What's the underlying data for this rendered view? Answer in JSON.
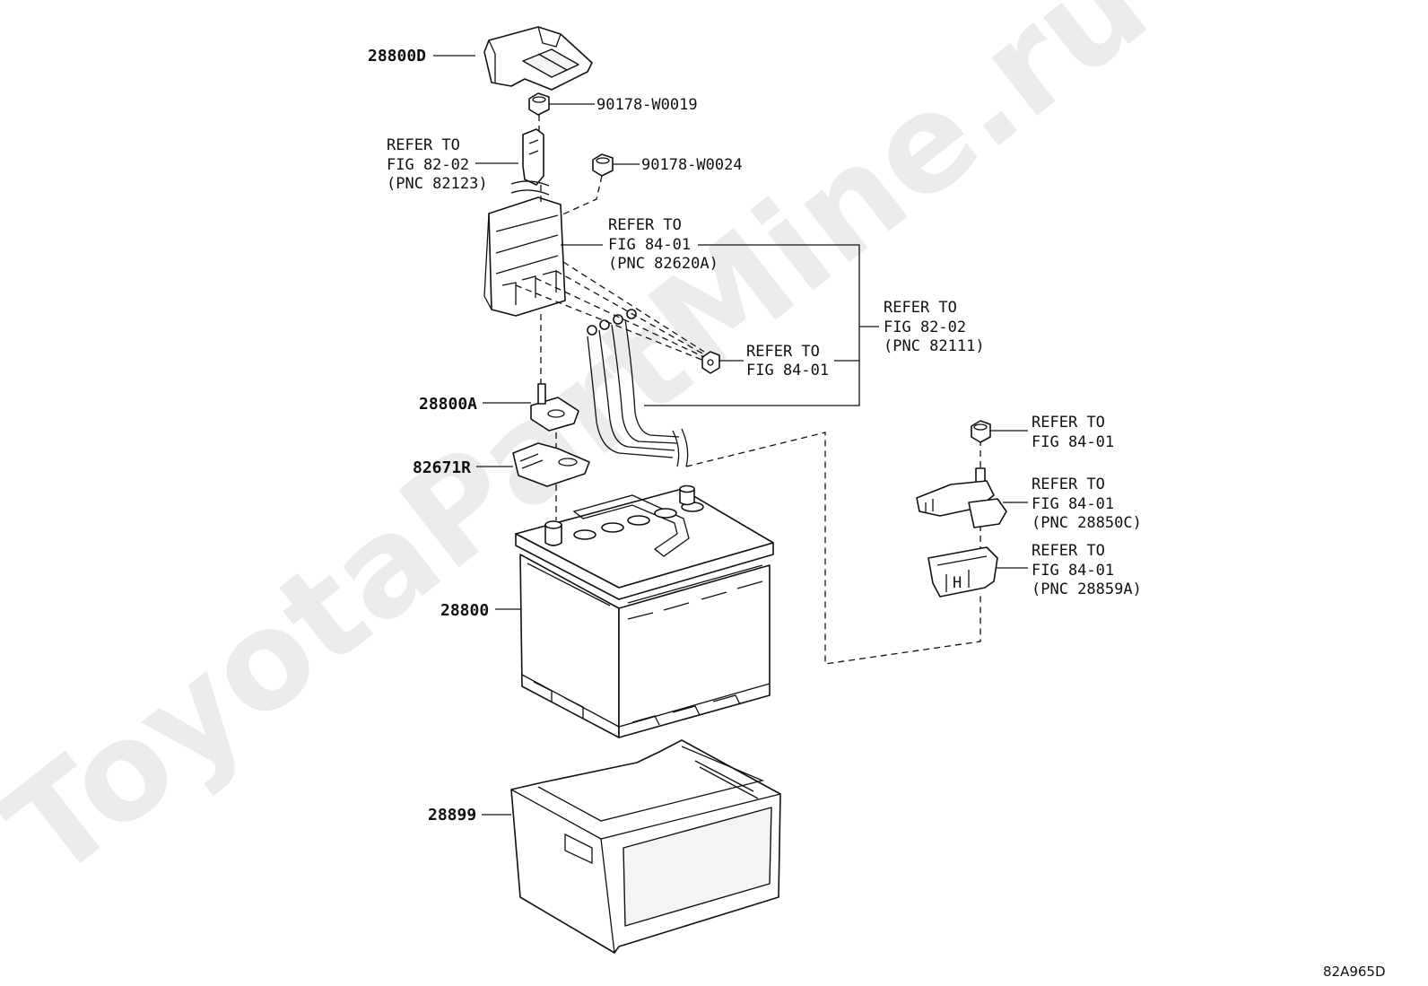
{
  "watermark": "ToyotaPartMine.ru",
  "drawing_code": "82A965D",
  "labels": {
    "p28800D": "28800D",
    "p90178_W0019": "90178-W0019",
    "p90178_W0024": "90178-W0024",
    "refer_82123": [
      "REFER TO",
      "FIG 82-02",
      "(PNC 82123)"
    ],
    "refer_82620A": [
      "REFER TO",
      "FIG 84-01",
      "(PNC 82620A)"
    ],
    "refer_82111": [
      "REFER TO",
      "FIG 82-02",
      "(PNC 82111)"
    ],
    "refer_84_01_nut": [
      "REFER TO",
      "FIG 84-01"
    ],
    "p28800A": "28800A",
    "p82671R": "82671R",
    "refer_84_01_right": [
      "REFER TO",
      "FIG 84-01"
    ],
    "refer_28850C": [
      "REFER TO",
      "FIG 84-01",
      "(PNC 28850C)"
    ],
    "refer_28859A": [
      "REFER TO",
      "FIG 84-01",
      "(PNC 28859A)"
    ],
    "p28800": "28800",
    "p28899": "28899"
  },
  "parts": [
    {
      "name": "terminal-cover",
      "pnc": "28800D"
    },
    {
      "name": "nut-upper",
      "pnc": "90178-W0019"
    },
    {
      "name": "nut-fuse-box",
      "pnc": "90178-W0024"
    },
    {
      "name": "battery-clamp",
      "pnc": "28800A"
    },
    {
      "name": "terminal-clamp",
      "pnc": "82671R"
    },
    {
      "name": "battery",
      "pnc": "28800"
    },
    {
      "name": "battery-tray",
      "pnc": "28899"
    }
  ]
}
